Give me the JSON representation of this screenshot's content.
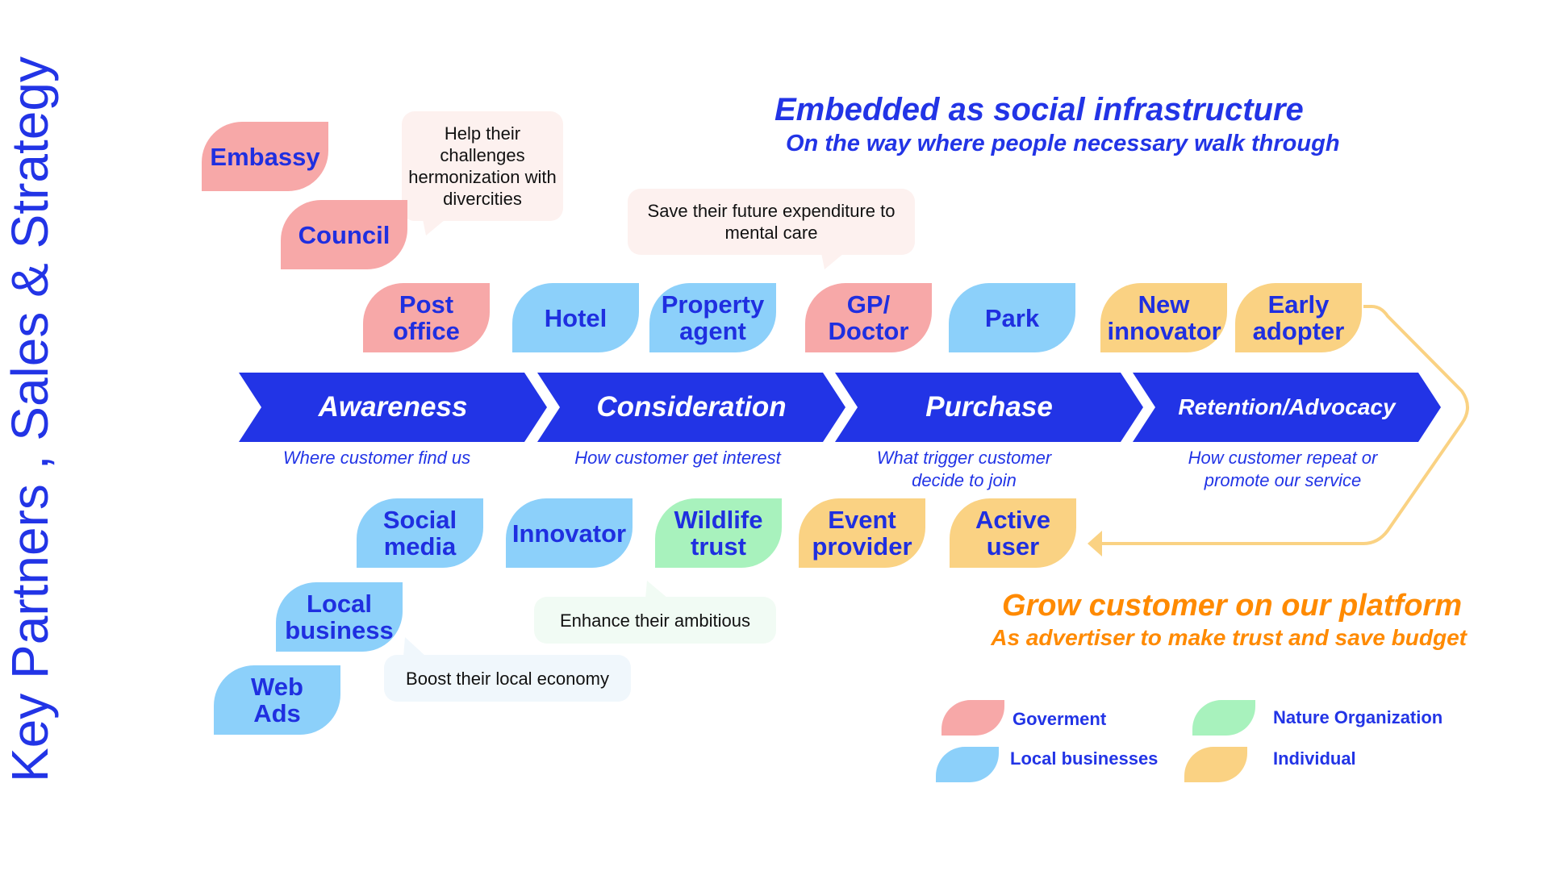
{
  "side_title": "Key Partners , Sales & Strategy",
  "top_headline": {
    "title": "Embedded as social infrastructure",
    "subtitle": "On the way where people necessary walk through"
  },
  "bottom_headline": {
    "title": "Grow customer on our platform",
    "subtitle": "As advertiser to make trust and save budget"
  },
  "stages": [
    {
      "label": "Awareness",
      "sub": "Where customer find us"
    },
    {
      "label": "Consideration",
      "sub": "How customer get interest"
    },
    {
      "label": "Purchase",
      "sub": "What trigger customer decide to join"
    },
    {
      "label": "Retention/Advocacy",
      "sub": "How customer repeat or promote our service"
    }
  ],
  "partners_top": [
    {
      "label": "Embassy",
      "category": "Goverment"
    },
    {
      "label": "Council",
      "category": "Goverment"
    },
    {
      "label": "Post office",
      "category": "Goverment"
    },
    {
      "label": "Hotel",
      "category": "Local businesses"
    },
    {
      "label": "Property agent",
      "category": "Local businesses"
    },
    {
      "label": "GP/ Doctor",
      "category": "Goverment"
    },
    {
      "label": "Park",
      "category": "Local businesses"
    },
    {
      "label": "New innovator",
      "category": "Individual"
    },
    {
      "label": "Early adopter",
      "category": "Individual"
    }
  ],
  "partners_bottom": [
    {
      "label": "Social media",
      "category": "Local businesses"
    },
    {
      "label": "Local business",
      "category": "Local businesses"
    },
    {
      "label": "Web Ads",
      "category": "Local businesses"
    },
    {
      "label": "Innovator",
      "category": "Local businesses"
    },
    {
      "label": "Wildlife trust",
      "category": "Nature Organization"
    },
    {
      "label": "Event provider",
      "category": "Individual"
    },
    {
      "label": "Active user",
      "category": "Individual"
    }
  ],
  "bubbles": {
    "challenges": "Help their challenges hermonization with divercities",
    "mental_care": "Save their future expenditure to mental care",
    "ambitious": "Enhance their ambitious",
    "local_economy": "Boost their local economy"
  },
  "legend": [
    {
      "label": "Goverment",
      "color": "#f7a8a8"
    },
    {
      "label": "Nature Organization",
      "color": "#a8f2bd"
    },
    {
      "label": "Local businesses",
      "color": "#8cd0fa"
    },
    {
      "label": "Individual",
      "color": "#fad283"
    }
  ],
  "colors": {
    "primary_blue": "#2234e6",
    "orange": "#ff8a00",
    "loop_arrow": "#fad283"
  }
}
